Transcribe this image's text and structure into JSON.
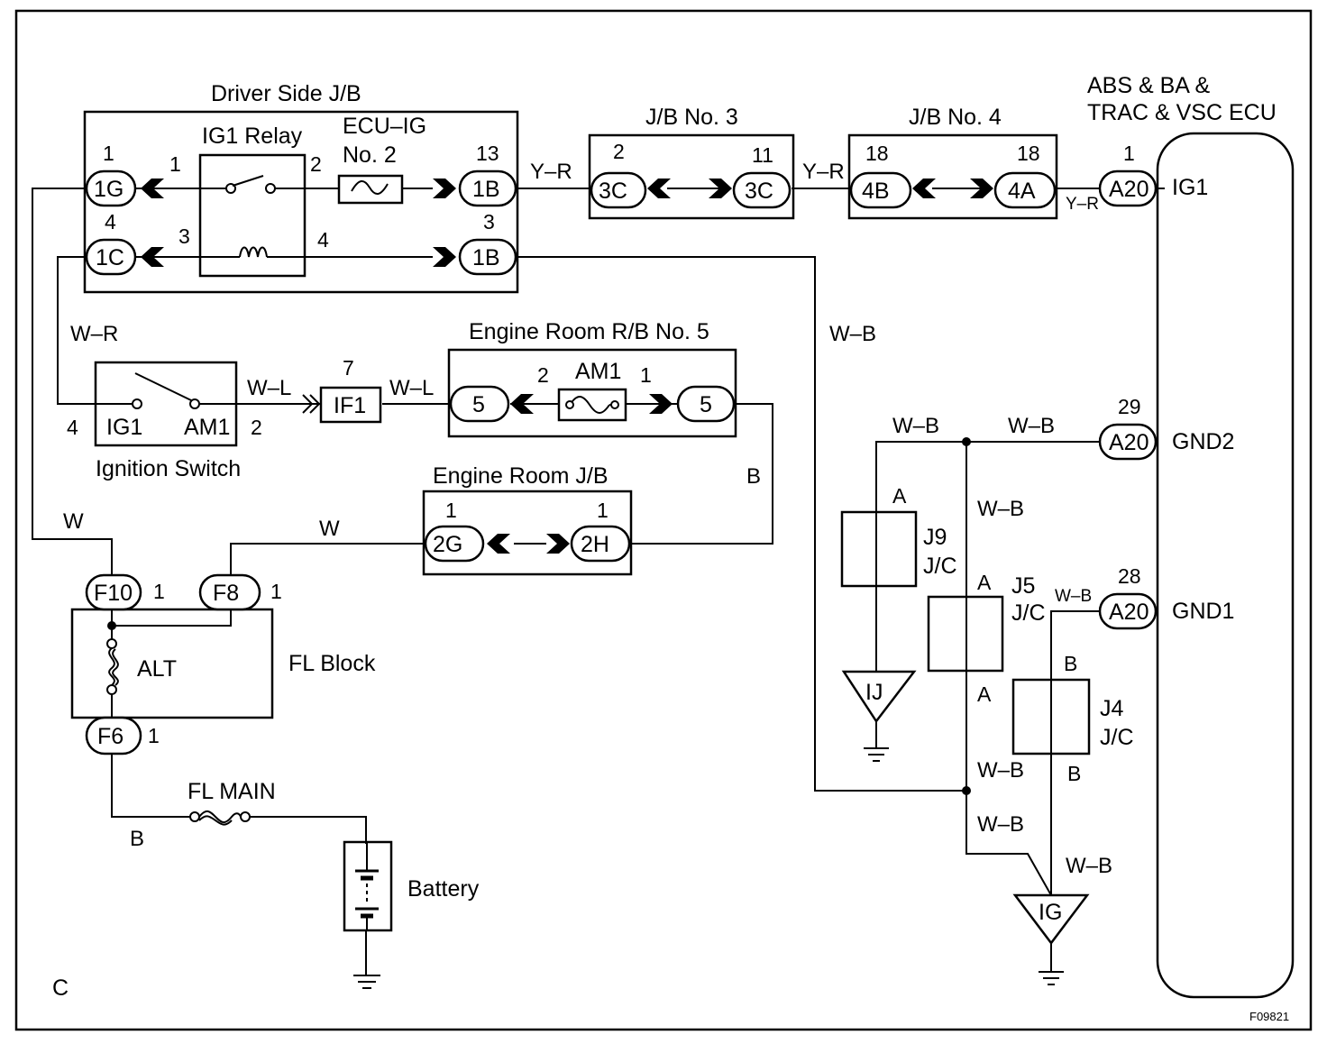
{
  "boxes": {
    "driver_jb": "Driver Side J/B",
    "ig1_relay": "IG1 Relay",
    "ecu_ig_1": "ECU–IG",
    "ecu_ig_2": "No. 2",
    "jb3": "J/B No. 3",
    "jb4": "J/B No. 4",
    "ecu_1": "ABS & BA &",
    "ecu_2": "TRAC & VSC ECU",
    "engine_rb5": "Engine Room R/B No. 5",
    "am1_fuse": "AM1",
    "ign_switch": "Ignition Switch",
    "engine_jb": "Engine Room J/B",
    "fl_block": "FL Block",
    "alt": "ALT",
    "fl_main": "FL MAIN",
    "battery": "Battery",
    "j9_1": "J9",
    "j9_2": "J/C",
    "j5_1": "J5",
    "j5_2": "J/C",
    "j4_1": "J4",
    "j4_2": "J/C",
    "ij": "IJ",
    "ig": "IG"
  },
  "connectors": {
    "c1g": "1G",
    "c1c": "1C",
    "c1b_top": "1B",
    "c1b_bot": "1B",
    "c3c_l": "3C",
    "c3c_r": "3C",
    "c4b": "4B",
    "c4a": "4A",
    "a20_ig1": "A20",
    "a20_gnd2": "A20",
    "a20_gnd1": "A20",
    "if1": "IF1",
    "c5_l": "5",
    "c5_r": "5",
    "c2g": "2G",
    "c2h": "2H",
    "f10": "F10",
    "f8": "F8",
    "f6": "F6"
  },
  "ecu_terminals": {
    "ig1": "IG1",
    "gnd2": "GND2",
    "gnd1": "GND1"
  },
  "switch_terminals": {
    "ig1": "IG1",
    "am1": "AM1"
  },
  "pins": {
    "p1g": "1",
    "p1c": "4",
    "p1b_top": "13",
    "p1b_bot": "3",
    "relay_1": "1",
    "relay_2": "2",
    "relay_3": "3",
    "relay_4": "4",
    "p3c_l": "2",
    "p3c_r": "11",
    "p4b": "18",
    "p4a": "18",
    "a20_ig1": "1",
    "a20_gnd2": "29",
    "a20_gnd1": "28",
    "if1": "7",
    "am1_fuse_2": "2",
    "am1_fuse_1": "1",
    "sw_4": "4",
    "sw_2": "2",
    "p2g": "1",
    "p2h": "1",
    "f10": "1",
    "f8": "1",
    "f6": "1",
    "j9_a": "A",
    "j5_a_top": "A",
    "j5_a_bot": "A",
    "j4_b_top": "B",
    "j4_b_bot": "B"
  },
  "wires": {
    "yr1": "Y–R",
    "yr2": "Y–R",
    "yr3": "Y–R",
    "wr": "W–R",
    "wl1": "W–L",
    "wl2": "W–L",
    "wb_main": "W–B",
    "wb_j9": "W–B",
    "wb_gnd2": "W–B",
    "wb_mid": "W–B",
    "wb_gnd1": "W–B",
    "wb_low1": "W–B",
    "wb_low2": "W–B",
    "wb_ig": "W–B",
    "b_rb5": "B",
    "w_left": "W",
    "w_jb": "W",
    "b_main": "B"
  },
  "page_marker": "C",
  "figure_code": "F09821"
}
